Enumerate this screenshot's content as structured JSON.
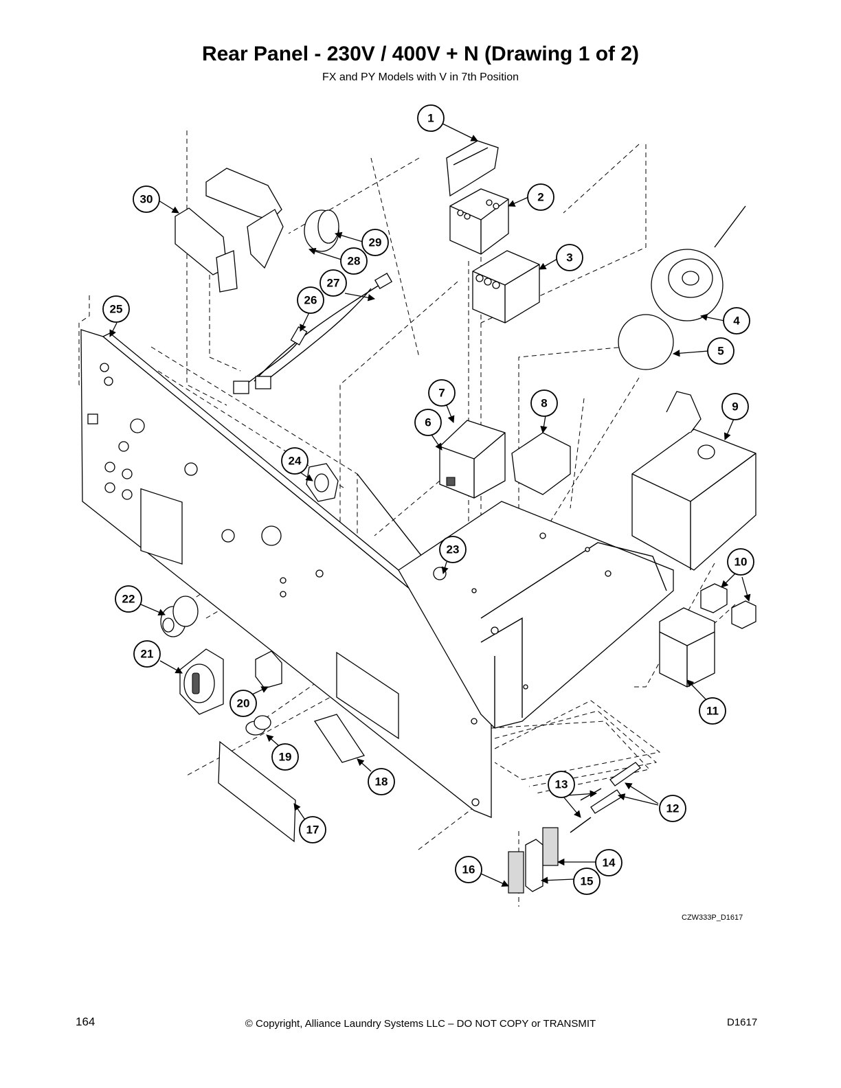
{
  "title": "Rear Panel - 230V / 400V + N (Drawing 1 of 2)",
  "subtitle": "FX and PY Models with V in 7th Position",
  "drawing_code": "CZW333P_D1617",
  "footer": {
    "page_number": "164",
    "copyright": "© Copyright, Alliance Laundry Systems LLC – DO NOT COPY or TRANSMIT",
    "doc_id": "D1617"
  },
  "callouts": [
    {
      "label": "1"
    },
    {
      "label": "2"
    },
    {
      "label": "3"
    },
    {
      "label": "4"
    },
    {
      "label": "5"
    },
    {
      "label": "6"
    },
    {
      "label": "7"
    },
    {
      "label": "8"
    },
    {
      "label": "9"
    },
    {
      "label": "10"
    },
    {
      "label": "11"
    },
    {
      "label": "12"
    },
    {
      "label": "13"
    },
    {
      "label": "14"
    },
    {
      "label": "15"
    },
    {
      "label": "16"
    },
    {
      "label": "17"
    },
    {
      "label": "18"
    },
    {
      "label": "19"
    },
    {
      "label": "20"
    },
    {
      "label": "21"
    },
    {
      "label": "22"
    },
    {
      "label": "23"
    },
    {
      "label": "24"
    },
    {
      "label": "25"
    },
    {
      "label": "26"
    },
    {
      "label": "27"
    },
    {
      "label": "28"
    },
    {
      "label": "29"
    },
    {
      "label": "30"
    }
  ]
}
